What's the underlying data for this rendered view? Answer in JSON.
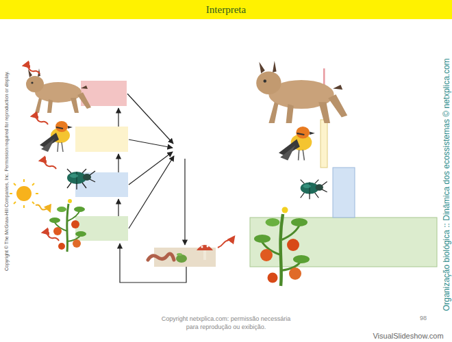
{
  "diagram": {
    "title": "Interpreta",
    "labels": [
      "Copyright © The McGraw-Hill Companies, Inc. Permission required for reproduction or display.",
      "Organização biológica :: Dinâmica dos ecossistemas © netxplica.com",
      "Copyright netxplica.com: permissão necessária para reprodução ou exibição.",
      "98",
      "VisualSlideshow.com"
    ]
  }
}
